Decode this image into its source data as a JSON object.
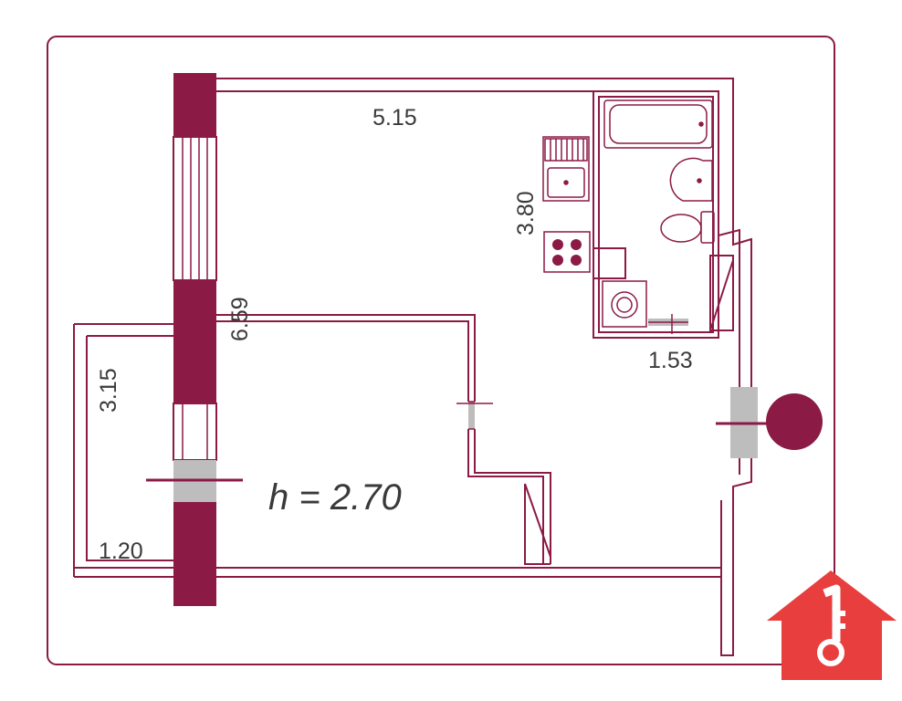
{
  "dimensions": {
    "room_length": "5.15",
    "kitchen_depth": "3.80",
    "room_depth": "6.59",
    "balcony_depth": "3.15",
    "balcony_width": "1.20",
    "bathroom_width": "1.53"
  },
  "ceiling_height": "h = 2.70",
  "colors": {
    "wall": "#8b1a45",
    "accent": "#e83e3e",
    "door_grey": "#bdbdbd",
    "line": "#8b1a45"
  },
  "icons": {
    "bathtub": "bathtub-icon",
    "sink": "sink-icon",
    "toilet": "toilet-icon",
    "stove": "stove-icon",
    "kitchen_sink": "kitchen-sink-icon",
    "washing_machine": "washing-machine-icon",
    "entrance_marker": "entrance-dot-icon",
    "logo": "house-key-logo"
  }
}
